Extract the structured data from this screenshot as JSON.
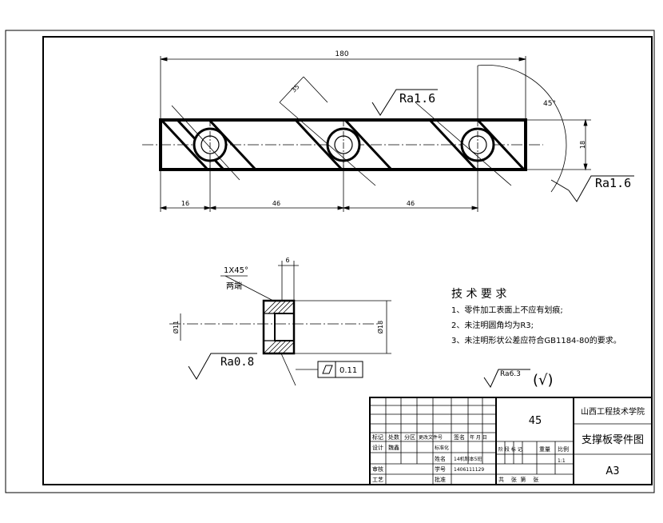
{
  "dimensions": {
    "overall_length": "180",
    "first_offset": "16",
    "pitch_1": "46",
    "pitch_2": "46",
    "height": "18",
    "slant_spacing": "35",
    "angle": "45°",
    "chamfer": "1X45°",
    "chamfer_note": "两端",
    "hole_small": "Ø11",
    "hole_large": "Ø18",
    "thickness": "6"
  },
  "roughness": {
    "top_face": "Ra1.6",
    "right_face": "Ra1.6",
    "bore": "Ra0.8",
    "general": "Ra6.3",
    "general_suffix": "(√)"
  },
  "tolerance": {
    "flatness_value": "0.11"
  },
  "technical_requirements": {
    "title": "技 术 要 求",
    "items": [
      "1、零件加工表面上不应有划痕;",
      "2、未注明圆角均为R3;",
      "3、未注明形状公差应符合GB1184-80的要求。"
    ]
  },
  "title_block": {
    "school": "山西工程技术学院",
    "material": "45",
    "part_name": "支撑板零件图",
    "sheet_size": "A3",
    "row_labels": {
      "mark": "标记",
      "count": "处数",
      "zone": "分区",
      "change_doc": "更改文件号",
      "signature": "签名",
      "date": "年 月 日",
      "design": "设计",
      "design_name": "魏鑫",
      "standard": "标准化",
      "review": "审核",
      "process": "工艺",
      "name_label": "姓名",
      "name_value": "14机制本5班",
      "id_label": "学号",
      "id_value": "1406111129",
      "approve": "批准",
      "stage": "阶 段 标 记",
      "weight": "重量",
      "scale": "比例",
      "scale_value": "1:1",
      "sheets": "共    张  第    张"
    }
  }
}
